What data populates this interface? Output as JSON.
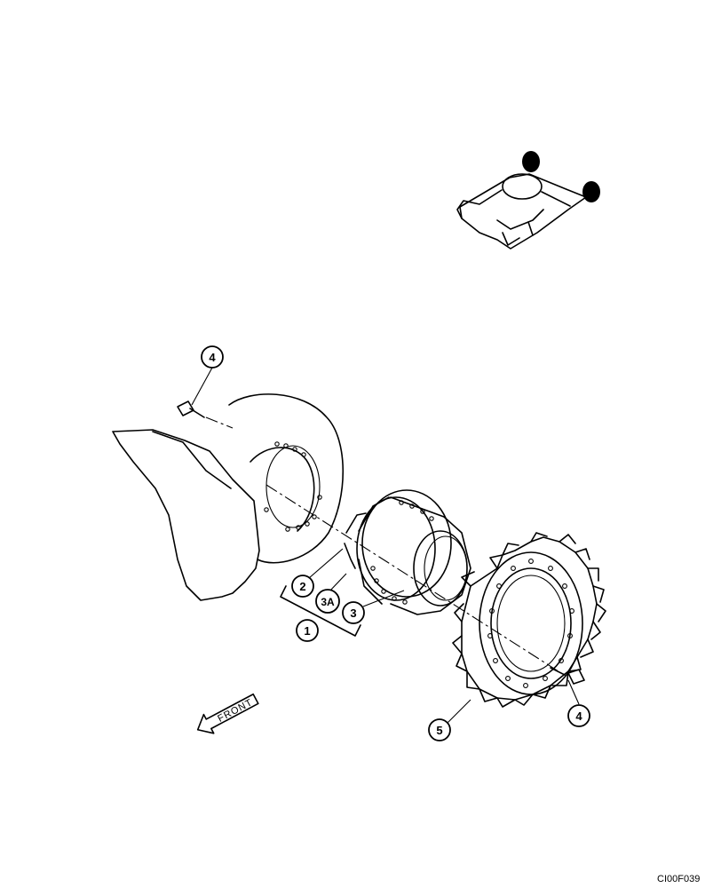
{
  "callouts": {
    "c1": "1",
    "c2": "2",
    "c3": "3",
    "c3a": "3A",
    "c4_top": "4",
    "c4_bottom": "4",
    "c5": "5"
  },
  "direction_label": "FRONT",
  "figure_code": "CI00F039"
}
